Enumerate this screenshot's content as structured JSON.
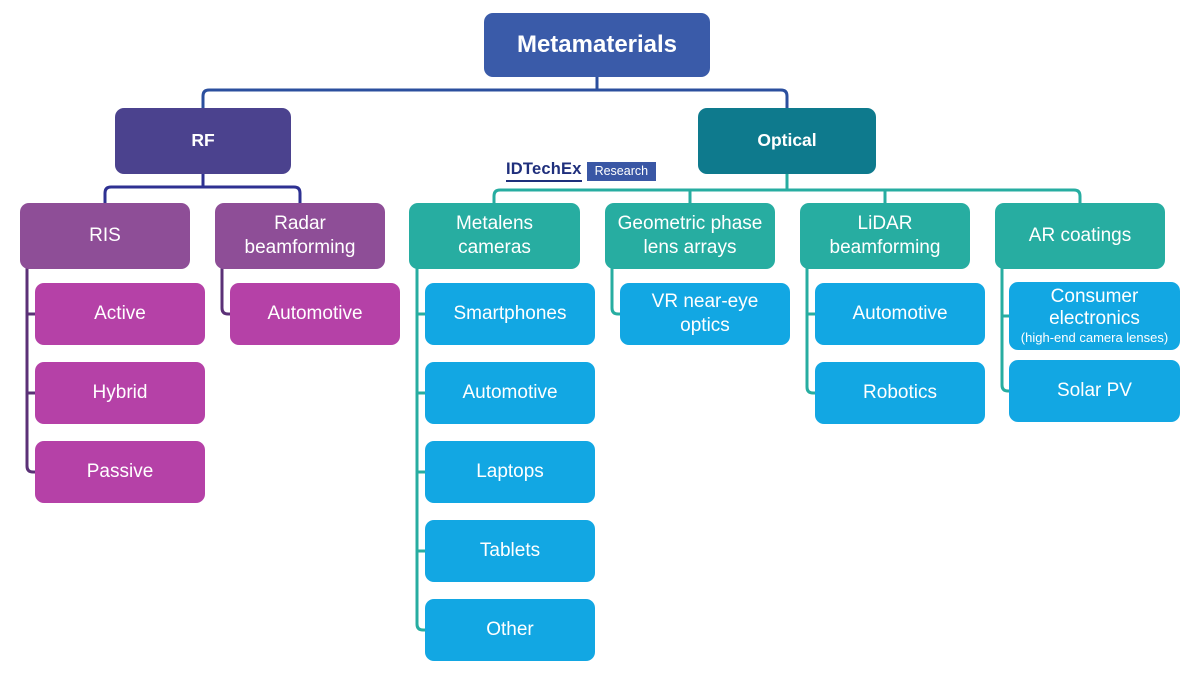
{
  "diagram": {
    "root": {
      "label": "Metamaterials"
    },
    "rf": {
      "label": "RF",
      "branches": [
        {
          "label": "RIS",
          "children": [
            {
              "label": "Active"
            },
            {
              "label": "Hybrid"
            },
            {
              "label": "Passive"
            }
          ]
        },
        {
          "label": "Radar\nbeamforming",
          "children": [
            {
              "label": "Automotive"
            }
          ]
        }
      ]
    },
    "optical": {
      "label": "Optical",
      "branches": [
        {
          "label": "Metalens\ncameras",
          "children": [
            {
              "label": "Smartphones"
            },
            {
              "label": "Automotive"
            },
            {
              "label": "Laptops"
            },
            {
              "label": "Tablets"
            },
            {
              "label": "Other"
            }
          ]
        },
        {
          "label": "Geometric phase\nlens arrays",
          "children": [
            {
              "label": "VR near-eye\noptics"
            }
          ]
        },
        {
          "label": "LiDAR\nbeamforming",
          "children": [
            {
              "label": "Automotive"
            },
            {
              "label": "Robotics"
            }
          ]
        },
        {
          "label": "AR coatings",
          "children": [
            {
              "label": "Consumer\nelectronics",
              "sublabel": "(high-end camera lenses)"
            },
            {
              "label": "Solar PV"
            }
          ]
        }
      ]
    }
  },
  "logo": {
    "brand": "IDTechEx",
    "badge": "Research"
  },
  "colors": {
    "root_box": "#3A5BA9",
    "root_line": "#2B4F9E",
    "rf_box": "#4B428E",
    "rf_line": "#2E3192",
    "rf_branch_box": "#8E4E97",
    "rf_branch_line": "#5B3177",
    "rf_leaf_box": "#B541A7",
    "optical_box": "#0E7A8D",
    "optical_branch_box": "#27ADA1",
    "optical_line": "#27ADA1",
    "optical_leaf_box": "#12A7E3",
    "logo_text": "#1F2F7C",
    "logo_badge": "#3A57A5"
  }
}
